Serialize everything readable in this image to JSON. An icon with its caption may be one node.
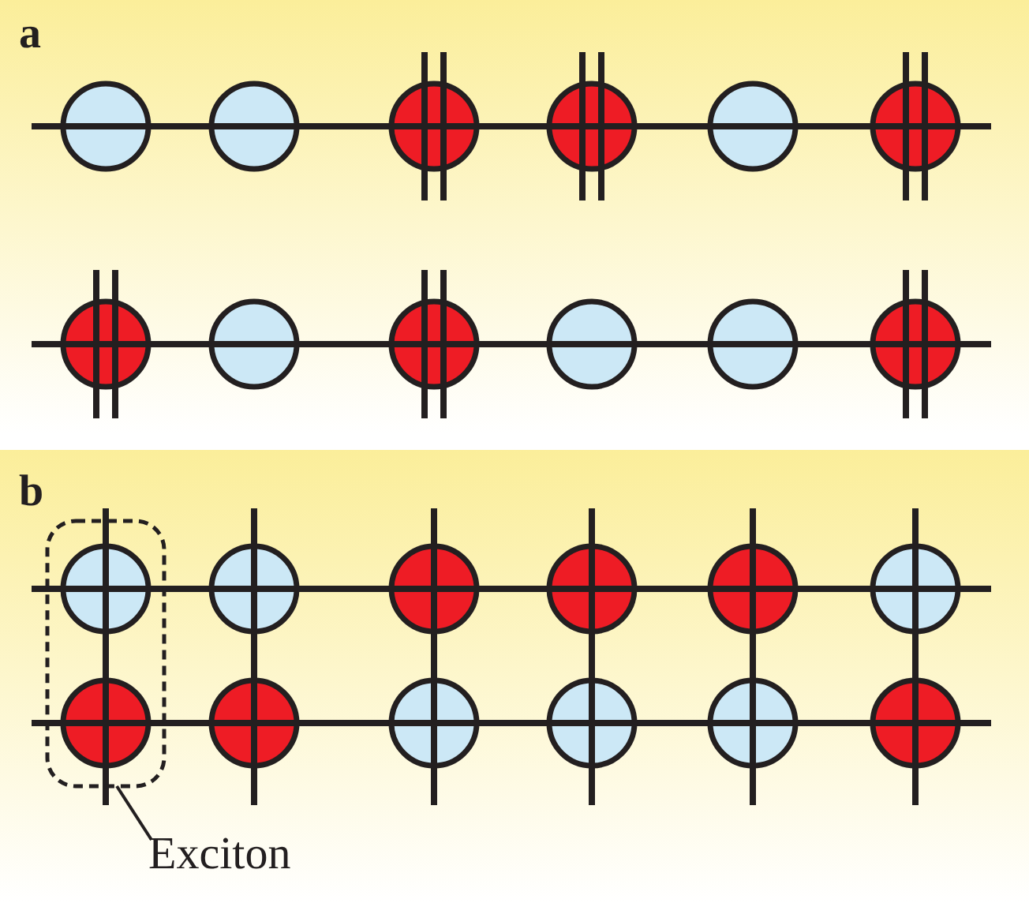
{
  "diagram": {
    "nodes": [
      {
        "text": [
          "Exciton"
        ]
      },
      {
        "text": [],
        "shape": "box"
      }
    ],
    "edges": [
      {
        "from": 0,
        "to": 1,
        "arrow": "none"
      }
    ],
    "labels": [
      "a",
      "b"
    ]
  }
}
